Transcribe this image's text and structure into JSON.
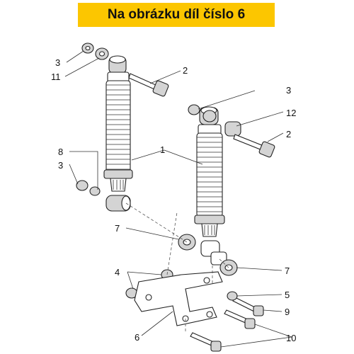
{
  "header": {
    "title": "Na obrázku díl číslo 6"
  },
  "callouts": {
    "c3a": "3",
    "c11": "11",
    "c2a": "2",
    "c3b": "3",
    "c12": "12",
    "c2b": "2",
    "c8": "8",
    "c3c": "3",
    "c1": "1",
    "c7a": "7",
    "c4": "4",
    "c7b": "7",
    "c5": "5",
    "c9": "9",
    "c6": "6",
    "c10": "10"
  },
  "colors": {
    "banner": "#fcc600",
    "parts": "#d4d4d4",
    "lines": "#222222"
  }
}
